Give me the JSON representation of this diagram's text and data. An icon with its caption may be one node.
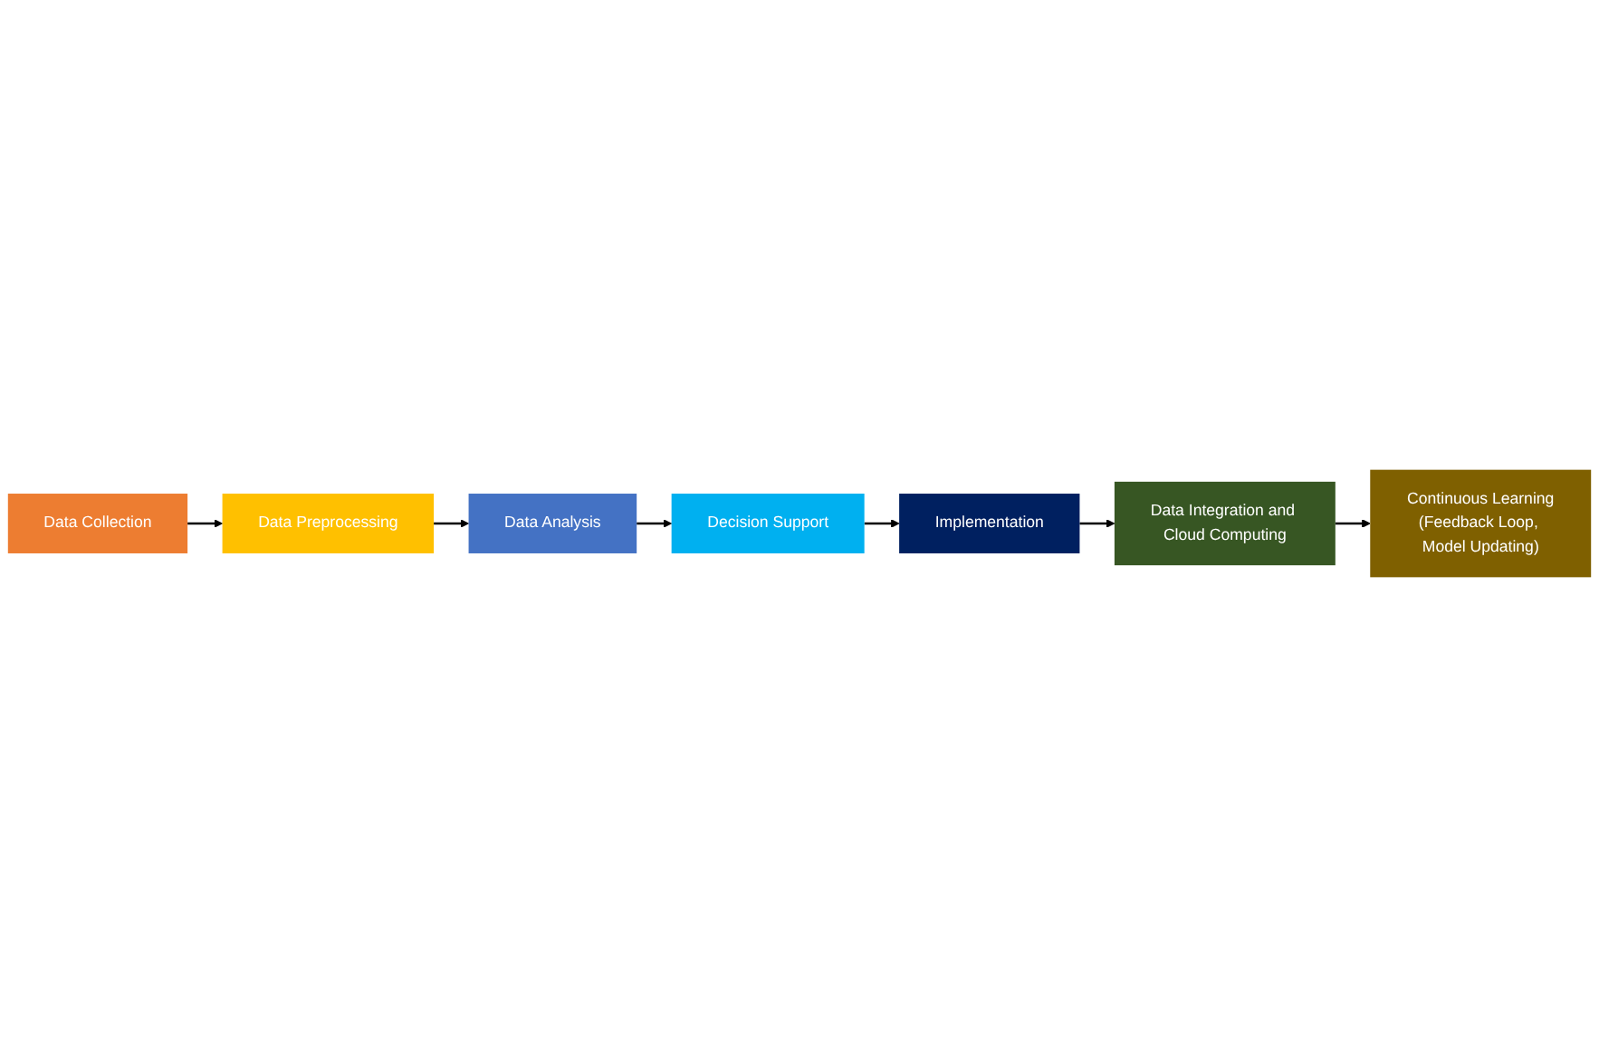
{
  "diagram": {
    "nodes": [
      {
        "text": [
          "Data Collection"
        ]
      },
      {
        "text": [
          "Data Preprocessing"
        ]
      },
      {
        "text": [
          "Data Analysis"
        ]
      },
      {
        "text": [
          "Decision Support"
        ]
      },
      {
        "text": [
          "Implementation"
        ]
      },
      {
        "text": [
          "Data Integration and Cloud Computing"
        ]
      },
      {
        "text": [
          "Continuous Learning",
          "(Feedback Loop, Model Updating)"
        ]
      }
    ],
    "edges": [
      {
        "from": 0,
        "to": 1,
        "arrow": "to"
      },
      {
        "from": 1,
        "to": 2,
        "arrow": "to"
      },
      {
        "from": 2,
        "to": 3,
        "arrow": "to"
      },
      {
        "from": 3,
        "to": 4,
        "arrow": "to"
      },
      {
        "from": 4,
        "to": 5,
        "arrow": "to"
      },
      {
        "from": 5,
        "to": 6,
        "arrow": "to"
      }
    ]
  }
}
